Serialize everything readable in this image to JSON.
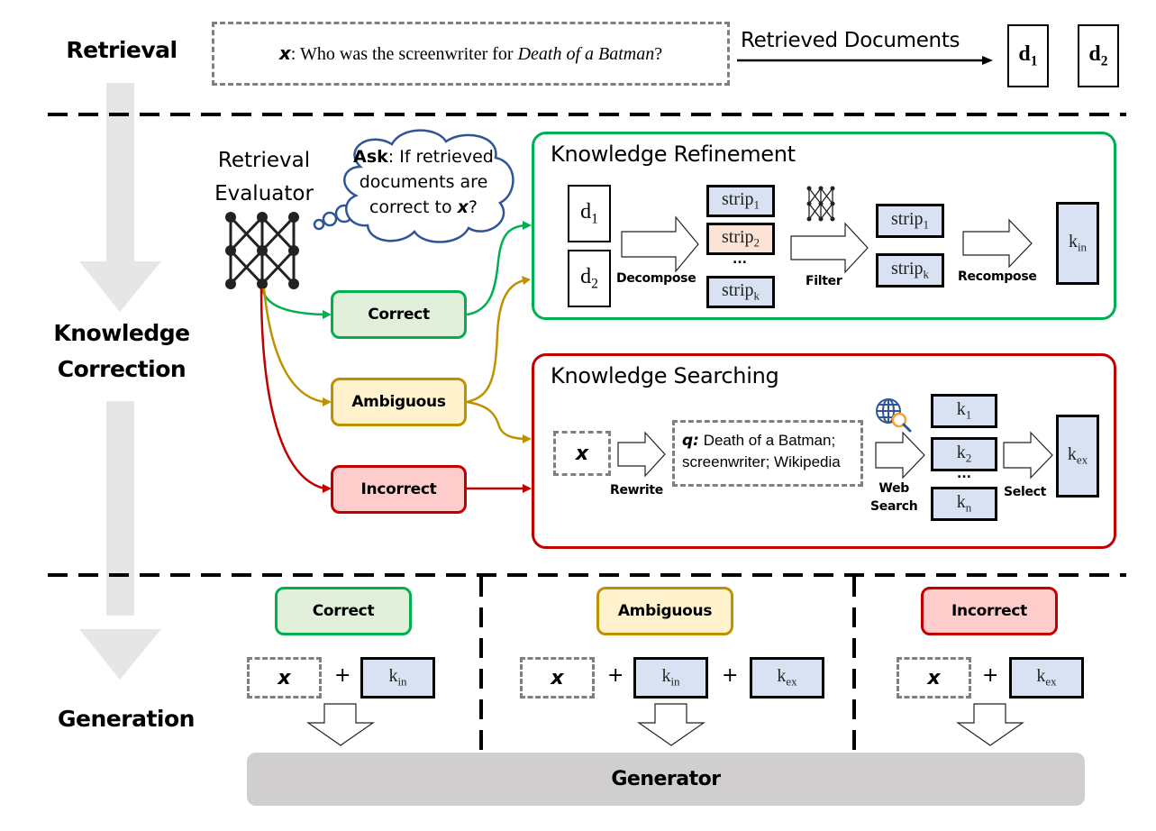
{
  "stages": {
    "retrieval": "Retrieval",
    "knowledge_correction_line1": "Knowledge",
    "knowledge_correction_line2": "Correction",
    "generation": "Generation"
  },
  "retrieval": {
    "query_var": "x",
    "query_prefix": ": Who was the screenwriter for ",
    "query_title": "Death of a Batman",
    "query_suffix": "?",
    "arrow_label": "Retrieved Documents",
    "documents": [
      {
        "base": "d",
        "sub": "1"
      },
      {
        "base": "d",
        "sub": "2"
      }
    ]
  },
  "evaluator": {
    "label_line1": "Retrieval",
    "label_line2": "Evaluator",
    "thought_bold": "Ask",
    "thought_line1": ": If retrieved",
    "thought_line2": "documents are",
    "thought_line3_prefix": "correct to ",
    "thought_var": "x",
    "thought_line3_suffix": "?"
  },
  "judgements": {
    "correct": "Correct",
    "ambiguous": "Ambiguous",
    "incorrect": "Incorrect"
  },
  "refinement": {
    "title": "Knowledge Refinement",
    "docs": [
      {
        "base": "d",
        "sub": "1"
      },
      {
        "base": "d",
        "sub": "2"
      }
    ],
    "decompose_label": "Decompose",
    "strips": [
      {
        "base": "strip",
        "sub": "1",
        "highlight": false
      },
      {
        "base": "strip",
        "sub": "2",
        "highlight": true
      },
      {
        "base": "strip",
        "sub": "k",
        "highlight": false
      }
    ],
    "ellipsis": "...",
    "filter_label": "Filter",
    "filtered_strips": [
      {
        "base": "strip",
        "sub": "1"
      },
      {
        "base": "strip",
        "sub": "k"
      }
    ],
    "recompose_label": "Recompose",
    "output": {
      "base": "k",
      "sub": "in"
    }
  },
  "searching": {
    "title": "Knowledge Searching",
    "input_var": "x",
    "rewrite_label": "Rewrite",
    "query_var": "q:",
    "query_line1": "Death of a Batman;",
    "query_line2": "screenwriter; Wikipedia",
    "web_search_line1": "Web",
    "web_search_line2": "Search",
    "results": [
      {
        "base": "k",
        "sub": "1"
      },
      {
        "base": "k",
        "sub": "2"
      },
      {
        "base": "k",
        "sub": "n"
      }
    ],
    "ellipsis": "...",
    "select_label": "Select",
    "output": {
      "base": "k",
      "sub": "ex"
    }
  },
  "generation": {
    "columns": [
      {
        "label": "Correct",
        "inputs": [
          {
            "base": "k",
            "sub": "in"
          }
        ]
      },
      {
        "label": "Ambiguous",
        "inputs": [
          {
            "base": "k",
            "sub": "in"
          },
          {
            "base": "k",
            "sub": "ex"
          }
        ]
      },
      {
        "label": "Incorrect",
        "inputs": [
          {
            "base": "k",
            "sub": "ex"
          }
        ]
      }
    ],
    "input_var": "x",
    "plus": "+",
    "generator_label": "Generator"
  },
  "colors": {
    "green": "#00b050",
    "gold": "#bf9000",
    "red": "#c00000",
    "cloud_blue": "#2f5597",
    "box_blue": "#d9e2f3",
    "box_orange": "#fbe3d6",
    "stage_arrow_gray": "#e6e6e6",
    "generator_gray": "#d0cece"
  }
}
